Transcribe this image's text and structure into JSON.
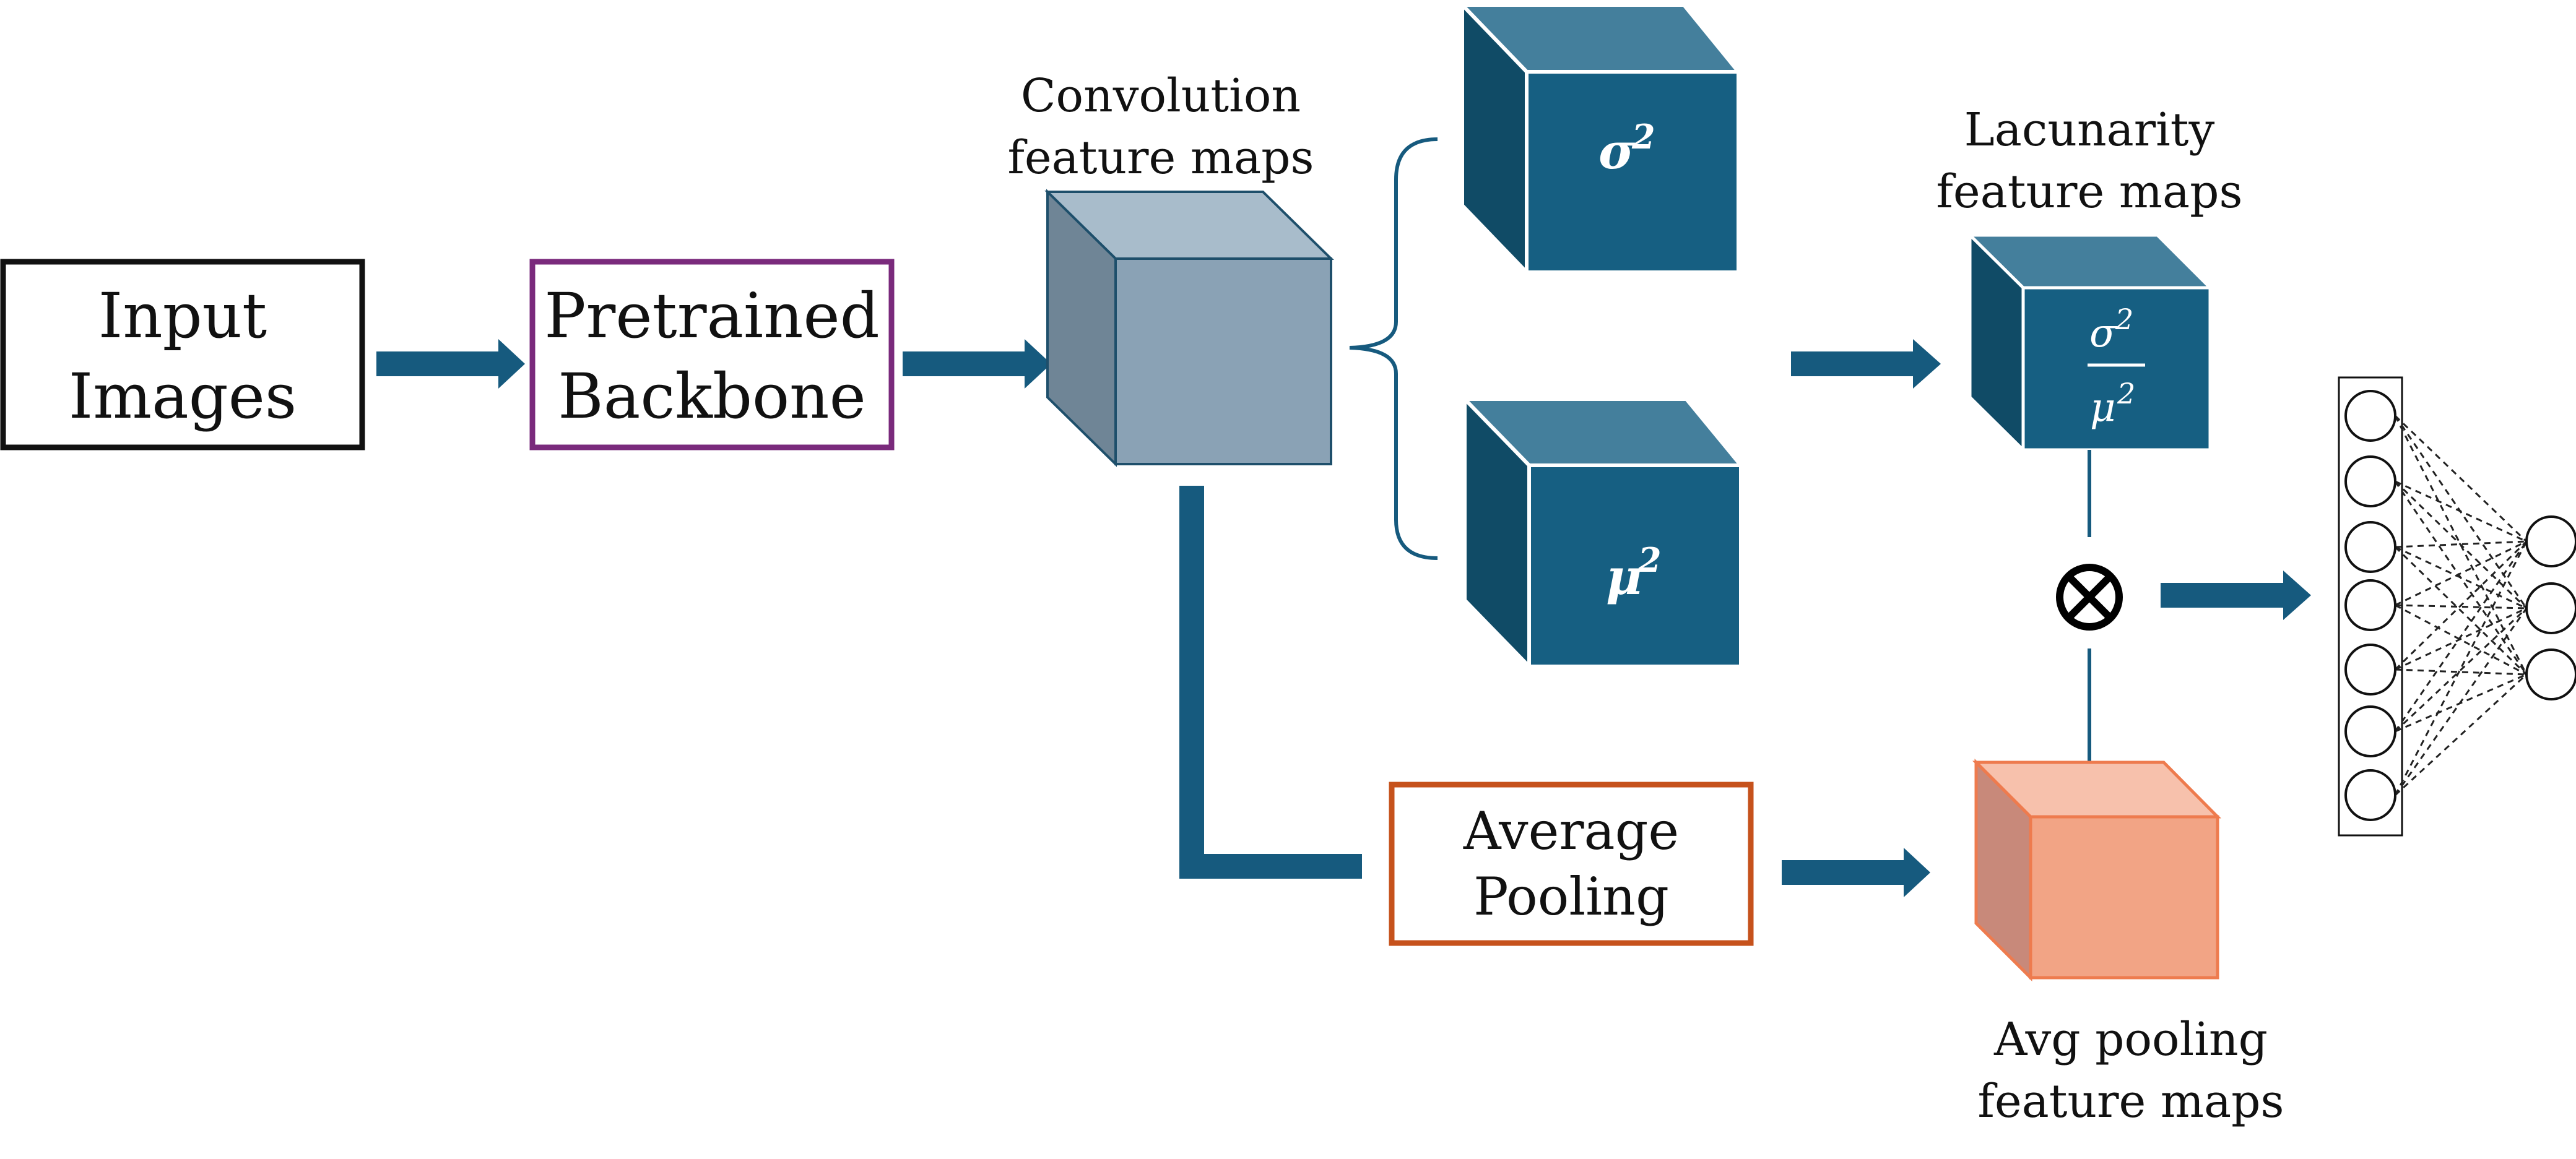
{
  "colors": {
    "arrow": "#165a7e",
    "dark_cube_front": "#165f82",
    "dark_cube_top": "#447f9c",
    "dark_cube_side": "#104b66",
    "gray_cube_front": "#8aa2b5",
    "gray_cube_top": "#a8bccb",
    "gray_cube_side": "#6f8596",
    "orange_cube_front": "#f2a485",
    "orange_cube_top": "#f7c1ac",
    "orange_cube_side": "#c8897a",
    "input_border": "#111111",
    "backbone_border": "#7a2a7c",
    "pooling_border": "#c6521c"
  },
  "nodes": {
    "input": {
      "line1": "Input",
      "line2": "Images"
    },
    "backbone": {
      "line1": "Pretrained",
      "line2": "Backbone"
    },
    "conv": {
      "line1": "Convolution",
      "line2": "feature maps"
    },
    "variance": {
      "symbol": "σ",
      "exponent": "2"
    },
    "mean": {
      "symbol": "μ",
      "exponent": "2"
    },
    "lacunarity": {
      "line1": "Lacunarity",
      "line2": "feature maps",
      "numerator": "σ",
      "numerator_exp": "2",
      "denominator": "μ",
      "denominator_exp": "2"
    },
    "pooling": {
      "line1": "Average",
      "line2": "Pooling"
    },
    "avgmaps": {
      "line1": "Avg pooling",
      "line2": "feature maps"
    },
    "product": {
      "symbol": "⊗"
    }
  }
}
